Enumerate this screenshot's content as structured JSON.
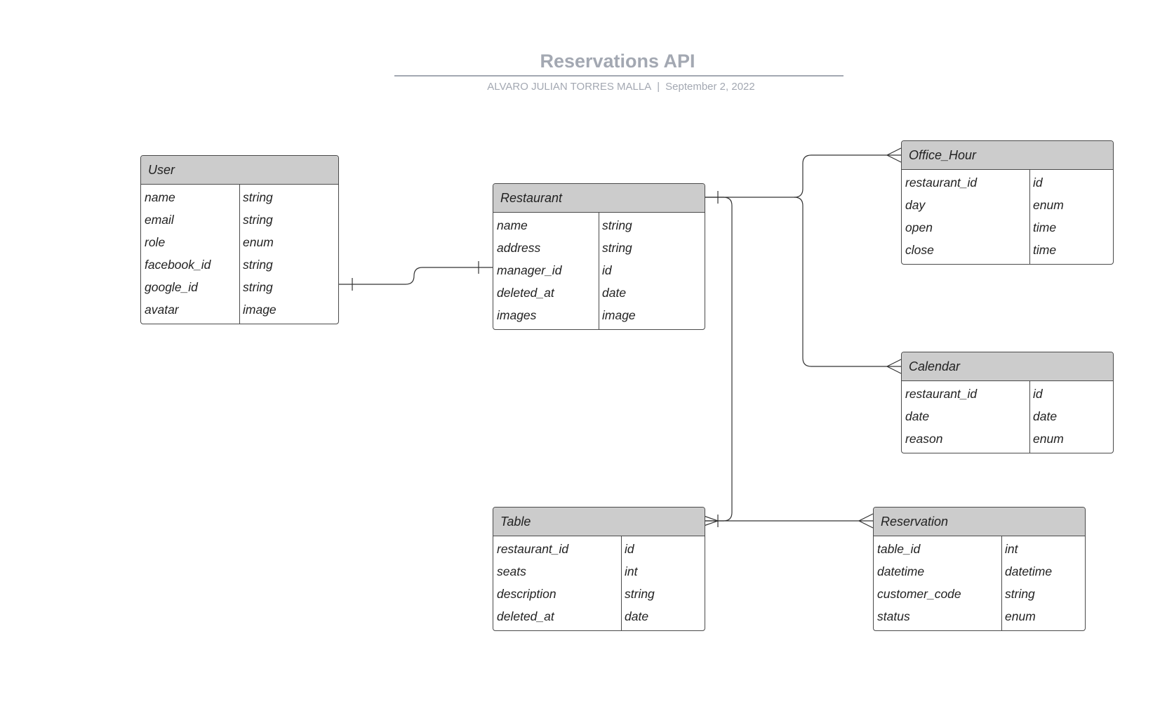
{
  "title": "Reservations API",
  "author": "ALVARO JULIAN TORRES MALLA",
  "separator": "|",
  "date": "September 2, 2022",
  "entities": {
    "user": {
      "name": "User",
      "fields": [
        {
          "name": "name",
          "type": "string"
        },
        {
          "name": "email",
          "type": "string"
        },
        {
          "name": "role",
          "type": "enum"
        },
        {
          "name": "facebook_id",
          "type": "string"
        },
        {
          "name": "google_id",
          "type": "string"
        },
        {
          "name": "avatar",
          "type": "image"
        }
      ]
    },
    "restaurant": {
      "name": "Restaurant",
      "fields": [
        {
          "name": "name",
          "type": "string"
        },
        {
          "name": "address",
          "type": "string"
        },
        {
          "name": "manager_id",
          "type": "id"
        },
        {
          "name": "deleted_at",
          "type": "date"
        },
        {
          "name": "images",
          "type": "image"
        }
      ]
    },
    "office_hour": {
      "name": "Office_Hour",
      "fields": [
        {
          "name": "restaurant_id",
          "type": "id"
        },
        {
          "name": "day",
          "type": "enum"
        },
        {
          "name": "open",
          "type": "time"
        },
        {
          "name": "close",
          "type": "time"
        }
      ]
    },
    "calendar": {
      "name": "Calendar",
      "fields": [
        {
          "name": "restaurant_id",
          "type": "id"
        },
        {
          "name": "date",
          "type": "date"
        },
        {
          "name": "reason",
          "type": "enum"
        }
      ]
    },
    "table": {
      "name": "Table",
      "fields": [
        {
          "name": "restaurant_id",
          "type": "id"
        },
        {
          "name": "seats",
          "type": "int"
        },
        {
          "name": "description",
          "type": "string"
        },
        {
          "name": "deleted_at",
          "type": "date"
        }
      ]
    },
    "reservation": {
      "name": "Reservation",
      "fields": [
        {
          "name": "table_id",
          "type": "int"
        },
        {
          "name": "datetime",
          "type": "datetime"
        },
        {
          "name": "customer_code",
          "type": "string"
        },
        {
          "name": "status",
          "type": "enum"
        }
      ]
    }
  },
  "relationships": [
    {
      "from": "User",
      "to": "Restaurant",
      "from_cardinality": "one",
      "to_cardinality": "one"
    },
    {
      "from": "Restaurant",
      "to": "Office_Hour",
      "from_cardinality": "one",
      "to_cardinality": "many"
    },
    {
      "from": "Restaurant",
      "to": "Calendar",
      "from_cardinality": "one",
      "to_cardinality": "many"
    },
    {
      "from": "Restaurant",
      "to": "Table",
      "from_cardinality": "one",
      "to_cardinality": "one-or-many"
    },
    {
      "from": "Table",
      "to": "Reservation",
      "from_cardinality": "one",
      "to_cardinality": "many"
    }
  ],
  "colors": {
    "header_fill": "#cccccc",
    "border": "#4a4a4a",
    "title": "#a3a8b2"
  }
}
